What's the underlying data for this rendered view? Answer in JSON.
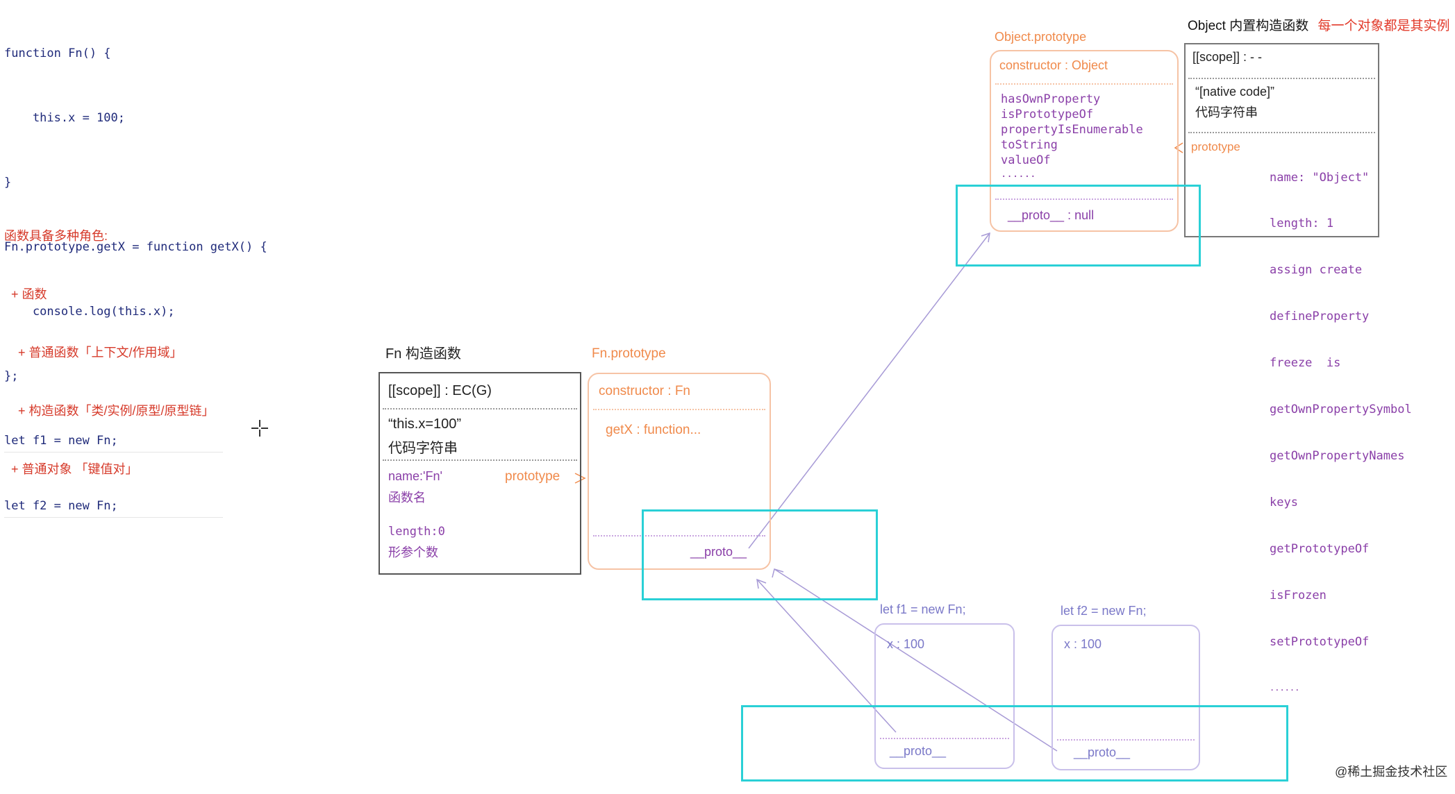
{
  "code": {
    "lines": [
      "function Fn() {",
      "    this.x = 100;",
      "}",
      "Fn.prototype.getX = function getX() {",
      "    console.log(this.x);",
      "};",
      "let f1 = new Fn;",
      "let f2 = new Fn;"
    ]
  },
  "notes": {
    "title": "函数具备多种角色:",
    "items": [
      "+ 函数",
      "  + 普通函数「上下文/作用域」",
      "  + 构造函数「类/实例/原型/原型链」",
      "+ 普通对象 「键值对」"
    ]
  },
  "fn_box": {
    "title": "Fn 构造函数",
    "scope": "[[scope]] : EC(G)",
    "code_str": "“this.x=100”",
    "code_str_label": "代码字符串",
    "name": "name:'Fn'",
    "name_label": "函数名",
    "length": "length:0",
    "length_label": "形参个数",
    "prototype_label": "prototype"
  },
  "fn_prototype": {
    "title": "Fn.prototype",
    "constructor": "constructor : Fn",
    "getx": "getX : function...",
    "proto": "__proto__"
  },
  "object_prototype": {
    "title": "Object.prototype",
    "constructor": "constructor :  Object",
    "methods": [
      "hasOwnProperty",
      "isPrototypeOf",
      "propertyIsEnumerable",
      "toString",
      "valueOf",
      "......"
    ],
    "proto": "__proto__ : null"
  },
  "object_ctor": {
    "title": "Object 内置构造函数",
    "note": "每一个对象都是其实例",
    "scope": "[[scope]] : - -",
    "native": "“[native code]”",
    "native_label": "代码字符串",
    "prototype_label": "prototype",
    "props": [
      "name: \"Object\"",
      "length: 1",
      "assign create",
      "defineProperty",
      "freeze  is",
      "getOwnPropertySymbol",
      "getOwnPropertyNames",
      "keys",
      "getPrototypeOf",
      "isFrozen",
      "setPrototypeOf",
      "......"
    ]
  },
  "f1": {
    "title": "let f1 = new Fn;",
    "x": "x : 100",
    "proto": "__proto__"
  },
  "f2": {
    "title": "let f2 = new Fn;",
    "x": "x : 100",
    "proto": "__proto__"
  },
  "watermark": "@稀土掘金技术社区",
  "colors": {
    "highlight": "#2ad0d6",
    "orange": "#f08a4b",
    "purple": "#8a3fa8",
    "arrow": "#a79ad6",
    "notes": "#d63a2a"
  }
}
